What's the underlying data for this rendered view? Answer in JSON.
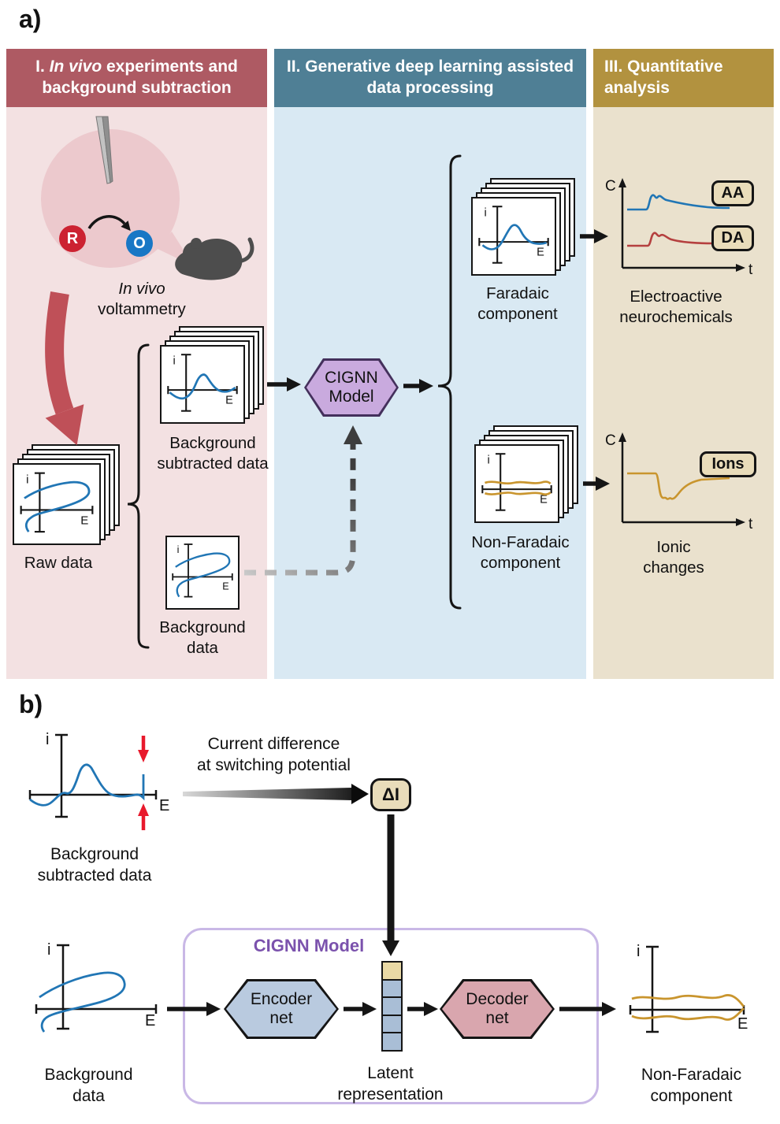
{
  "figure": {
    "a": "a)",
    "b": "b)"
  },
  "colors": {
    "section1_header": "#ae5a63",
    "panel1_bg": "#f3e1e2",
    "section2_header": "#4f7f95",
    "panel2_bg": "#d9e9f3",
    "section3_header": "#b2923f",
    "panel3_bg": "#eae1cd",
    "curve_blue": "#2176b5",
    "trace_red": "#b5403f",
    "curve_orange": "#c9952e",
    "cignn_fill": "#c9aade",
    "cignn_border": "#44305c",
    "badge_fill": "#e9dcba",
    "encoder_fill": "#b9cadf",
    "decoder_fill": "#d9a6ae",
    "latent_blue": "#a9bed6",
    "latent_tan": "#e9d9a5",
    "box_purple_border": "#c9b8e6",
    "title_purple": "#7b52ad",
    "big_arrow_red": "#bf5058",
    "small_arrow_red": "#e8192c",
    "redox_r": "#cc2231",
    "redox_o": "#1877c5",
    "mouse_gray": "#4d4d4d"
  },
  "panel_a": {
    "headers": {
      "s1_prefix": "I. ",
      "s1_italic": "In vivo",
      "s1_rest": " experiments and background subtraction",
      "s2": "II.  Generative deep learning assisted data processing",
      "s3": "III. Quantitative analysis"
    },
    "experiment": {
      "r": "R",
      "o": "O",
      "caption_italic": "In vivo",
      "caption_rest": "voltammetry"
    },
    "raw_data": "Raw data",
    "bg_subtracted": {
      "l1": "Background",
      "l2": "subtracted data"
    },
    "bg_data": {
      "l1": "Background",
      "l2": "data"
    },
    "cignn": {
      "l1": "CIGNN",
      "l2": "Model"
    },
    "faradaic": {
      "l1": "Faradaic",
      "l2": "component"
    },
    "non_faradaic": {
      "l1": "Non-Faradaic",
      "l2": "component"
    },
    "badges": {
      "aa": "AA",
      "da": "DA",
      "ions": "Ions"
    },
    "electroactive": {
      "l1": "Electroactive",
      "l2": "neurochemicals"
    },
    "ionic": {
      "l1": "Ionic",
      "l2": "changes"
    }
  },
  "panel_b": {
    "bg_subtracted": {
      "l1": "Background",
      "l2": "subtracted data"
    },
    "current_difference": {
      "l1": "Current difference",
      "l2": "at switching potential"
    },
    "delta_i": "ΔI",
    "cignn_title": "CIGNN Model",
    "bg_data": {
      "l1": "Background",
      "l2": "data"
    },
    "encoder": {
      "l1": "Encoder",
      "l2": "net"
    },
    "decoder": {
      "l1": "Decoder",
      "l2": "net"
    },
    "latent": {
      "l1": "Latent",
      "l2": "representation"
    },
    "output": {
      "l1": "Non-Faradaic",
      "l2": "component"
    }
  },
  "axes": {
    "i": "i",
    "E": "E",
    "C": "C",
    "t": "t"
  }
}
